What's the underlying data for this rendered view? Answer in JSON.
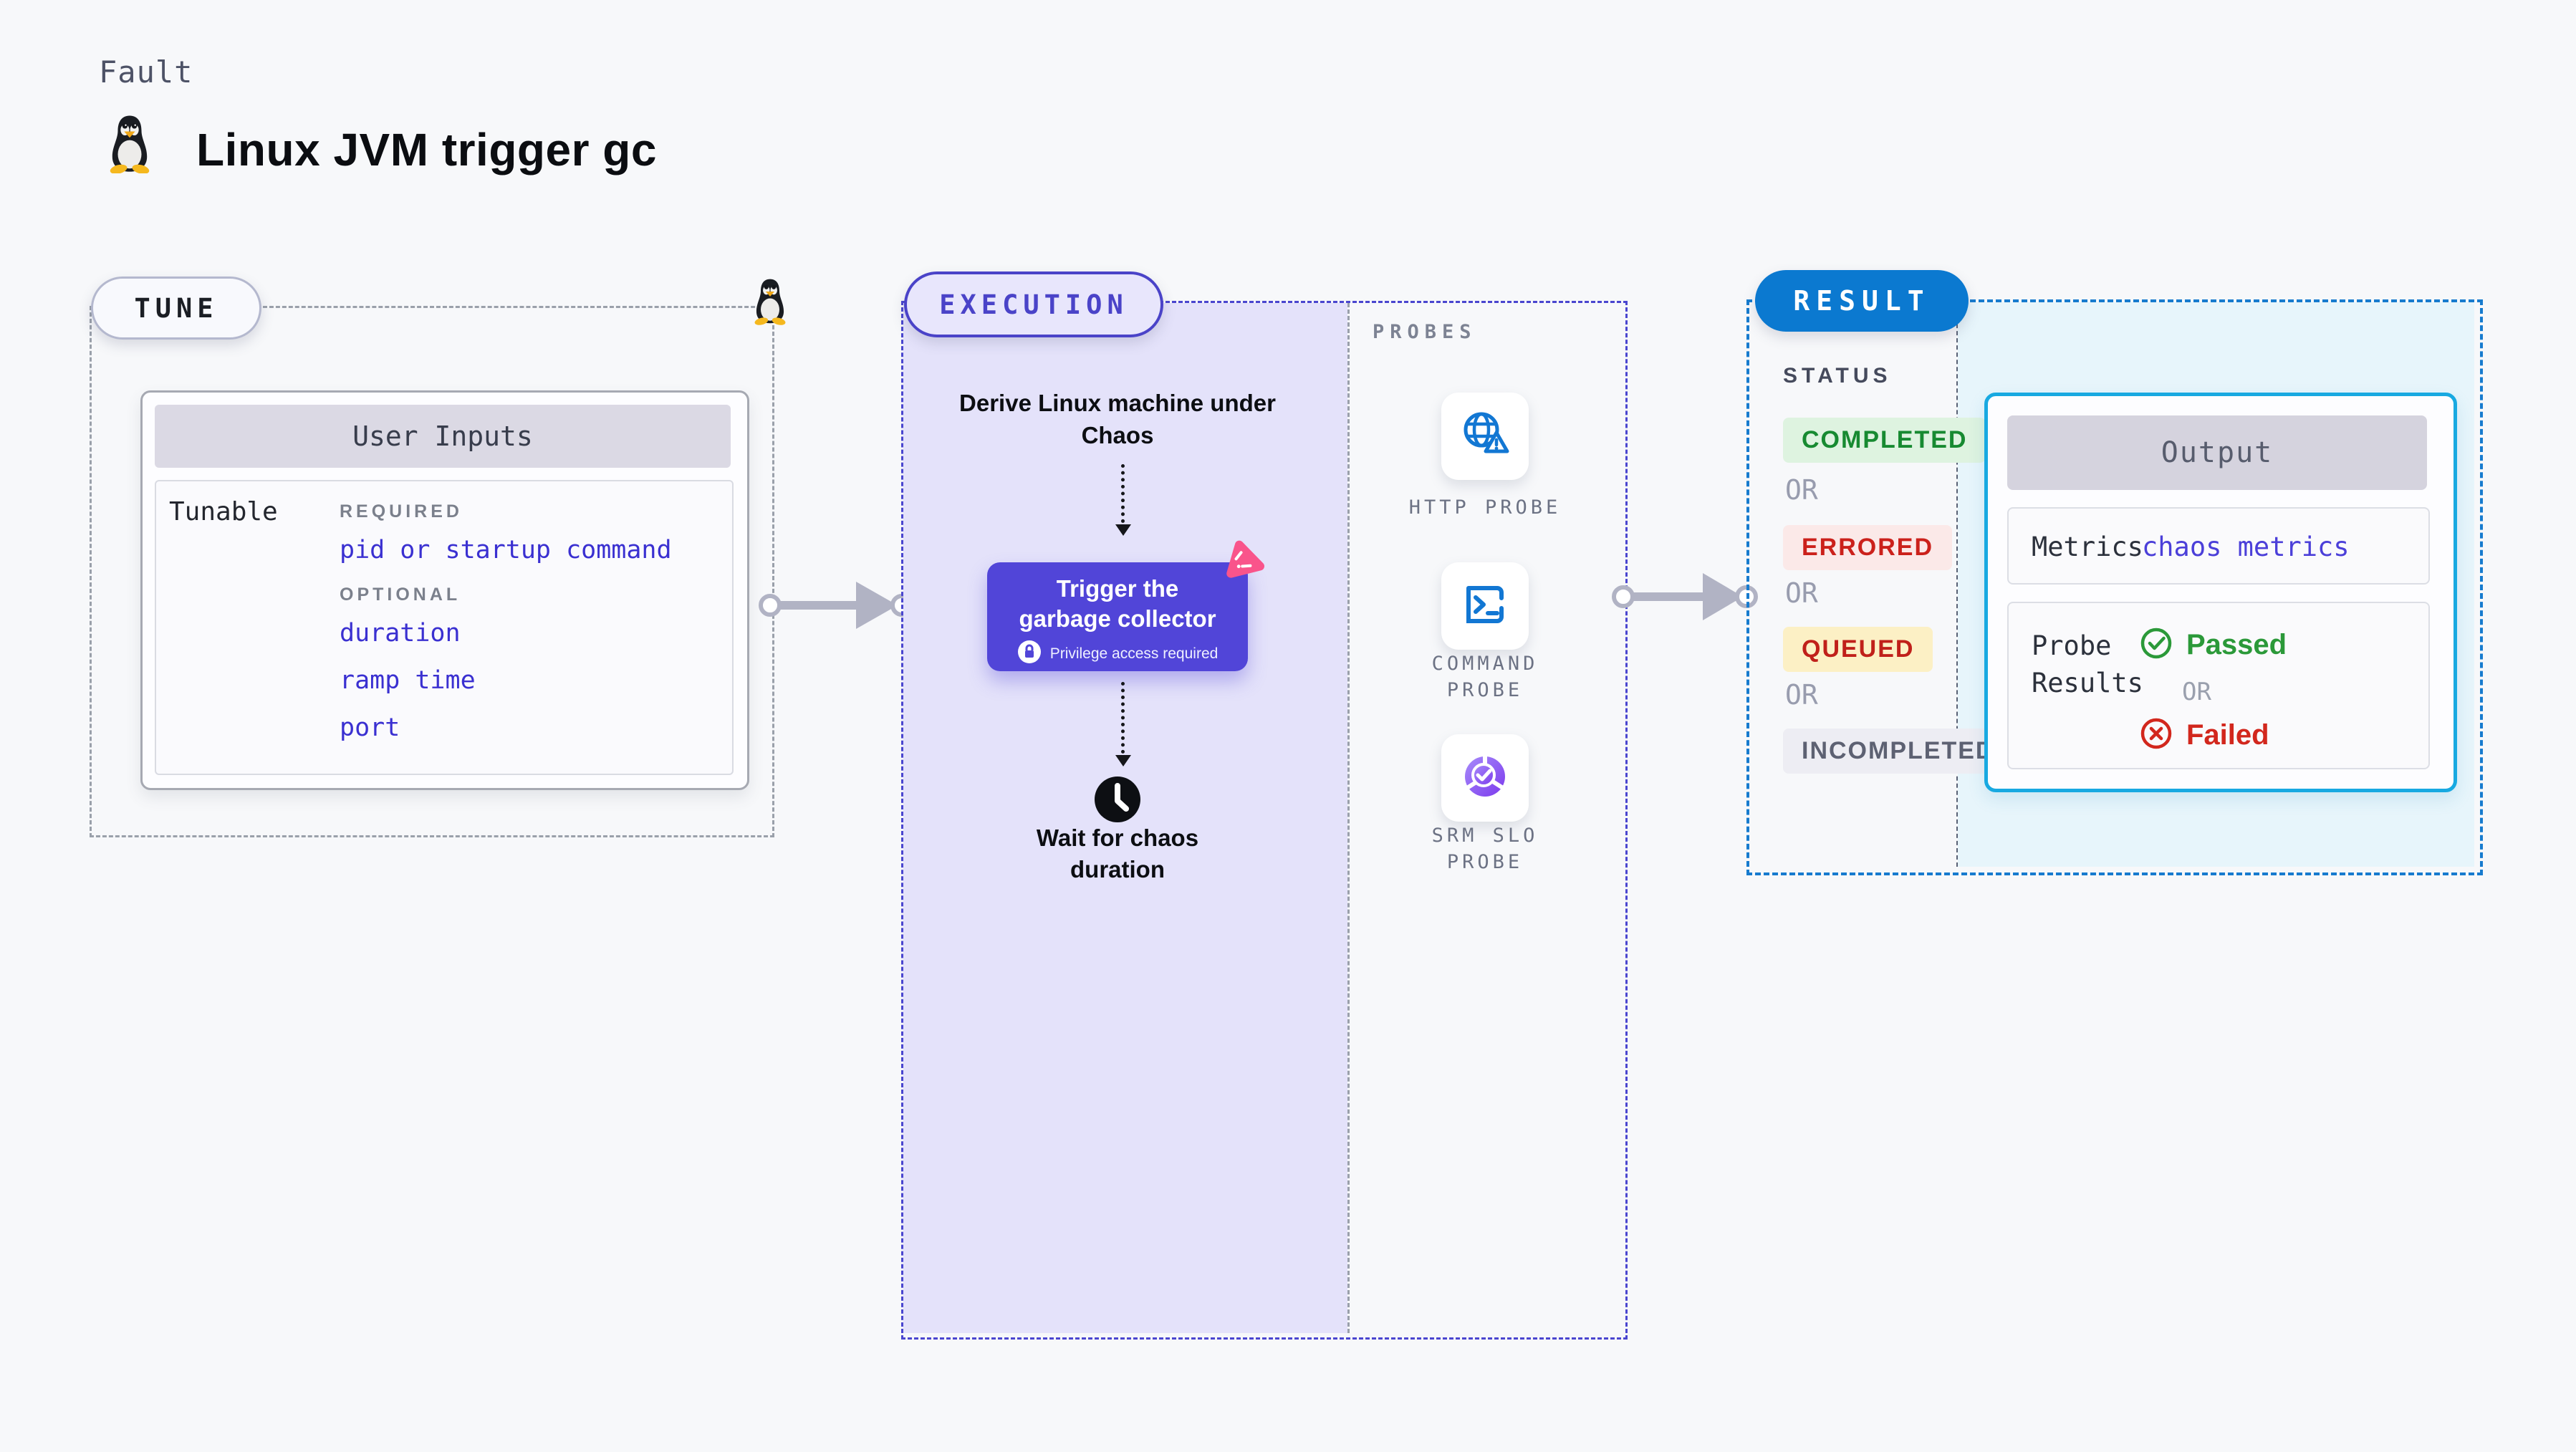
{
  "page": {
    "fault_label": "Fault",
    "title": "Linux JVM trigger gc"
  },
  "tune": {
    "badge": "TUNE",
    "card_title": "User Inputs",
    "row_label": "Tunable",
    "required_label": "REQUIRED",
    "required_items": [
      "pid or startup command"
    ],
    "optional_label": "OPTIONAL",
    "optional_items": [
      "duration",
      "ramp time",
      "port"
    ]
  },
  "execution": {
    "badge": "EXECUTION",
    "derive_text": "Derive Linux machine under Chaos",
    "trigger_line1": "Trigger the",
    "trigger_line2": "garbage collector",
    "privilege_note": "Privilege access required",
    "wait_text": "Wait for chaos duration"
  },
  "probes": {
    "label": "PROBES",
    "items": [
      {
        "name": "HTTP PROBE",
        "icon": "globe-alert-icon"
      },
      {
        "name": "COMMAND PROBE",
        "icon": "terminal-icon"
      },
      {
        "name": "SRM SLO PROBE",
        "icon": "slo-pie-icon"
      }
    ]
  },
  "result": {
    "badge": "RESULT",
    "status_label": "STATUS",
    "or_label": "OR",
    "statuses": [
      {
        "label": "COMPLETED",
        "fg": "#178a31",
        "bg": "#def3e0"
      },
      {
        "label": "ERRORED",
        "fg": "#cb211b",
        "bg": "#fbe9e8"
      },
      {
        "label": "QUEUED",
        "fg": "#c0201a",
        "bg": "#fcf0c5"
      },
      {
        "label": "INCOMPLETED",
        "fg": "#5d6172",
        "bg": "#ededf3"
      }
    ],
    "output": {
      "title": "Output",
      "metrics_label": "Metrics",
      "metrics_value": "chaos metrics",
      "probe_results_label": "Probe Results",
      "passed_label": "Passed",
      "or_label": "OR",
      "failed_label": "Failed"
    }
  },
  "colors": {
    "page_bg": "#f7f8fa",
    "indigo_accent": "#4a43c8",
    "trigger_button": "#5145d8",
    "lavender_panel": "#e4e2fa",
    "result_blue": "#0b79d0",
    "result_dash": "#177bce",
    "output_border": "#18a9e1",
    "result_panel": "#e7f5fb",
    "probe_icon_blue": "#1277d3",
    "chaos_pink": "#f9548b",
    "passed_green": "#2b9939",
    "failed_red": "#d2271d",
    "link_blue": "#3a30d1",
    "arrow_gray": "#b1b3c4"
  }
}
